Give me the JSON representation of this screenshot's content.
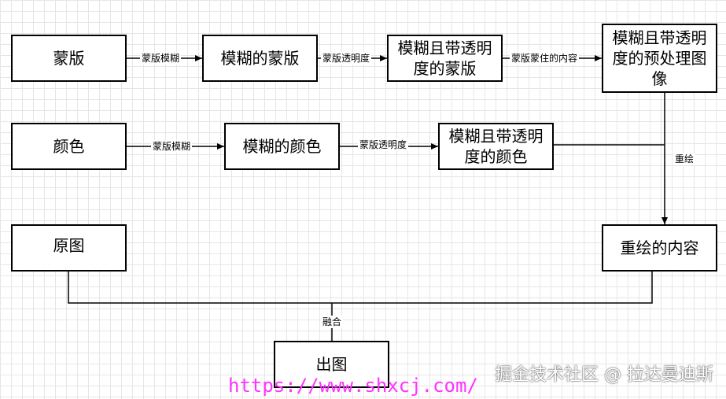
{
  "nodes": {
    "mask": "蒙版",
    "blurred_mask": "模糊的蒙版",
    "blurred_transparent_mask": "模糊且带透明度的蒙版",
    "preprocessed_image": "模糊且带透明度的预处理图像",
    "color": "颜色",
    "blurred_color": "模糊的颜色",
    "blurred_transparent_color": "模糊且带透明度的颜色",
    "original_image": "原图",
    "redrawn_content": "重绘的内容",
    "output_image": "出图"
  },
  "edges": {
    "mask_blur_1": "蒙版模糊",
    "mask_opacity_1": "蒙版透明度",
    "mask_cover": "蒙版蒙住的内容",
    "mask_blur_2": "蒙版模糊",
    "mask_opacity_2": "蒙版透明度",
    "redraw": "重绘",
    "fuse": "融合"
  },
  "footer": {
    "watermark": "掘金技术社区 @ 拉达曼迪斯",
    "url": "https://www.shxcj.com/"
  },
  "colors": {
    "line": "#000000",
    "grid": "#e6e6e6",
    "url": "#ff33ff"
  }
}
